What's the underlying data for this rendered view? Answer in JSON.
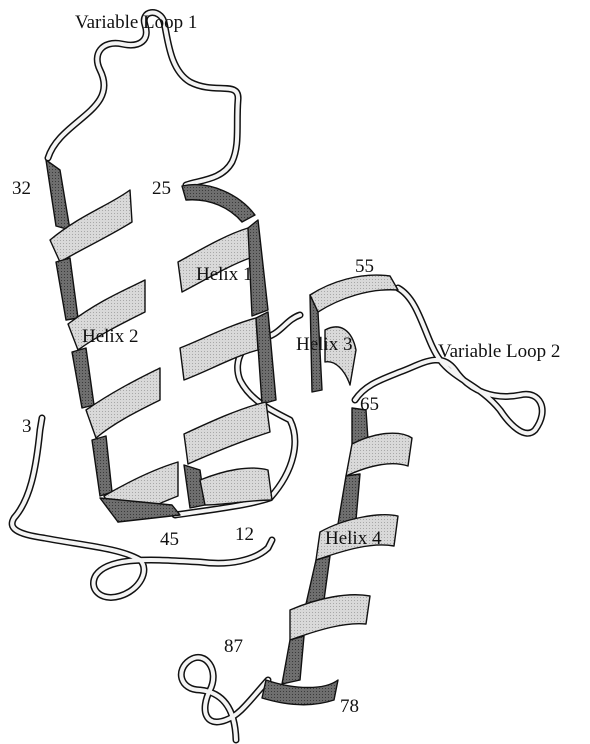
{
  "diagram": {
    "colors": {
      "background": "#ffffff",
      "outline": "#111111",
      "ribbon_front": "#d9d9d9",
      "ribbon_back": "#6e6e6e",
      "coil_fill": "#f4f4f4"
    },
    "helices": {
      "helix1": "Helix 1",
      "helix2": "Helix 2",
      "helix3": "Helix 3",
      "helix4": "Helix 4"
    },
    "loops": {
      "loop1": "Variable Loop 1",
      "loop2": "Variable Loop 2"
    },
    "residues": {
      "r3": "3",
      "r12": "12",
      "r25": "25",
      "r32": "32",
      "r45": "45",
      "r55": "55",
      "r65": "65",
      "r78": "78",
      "r87": "87"
    }
  }
}
